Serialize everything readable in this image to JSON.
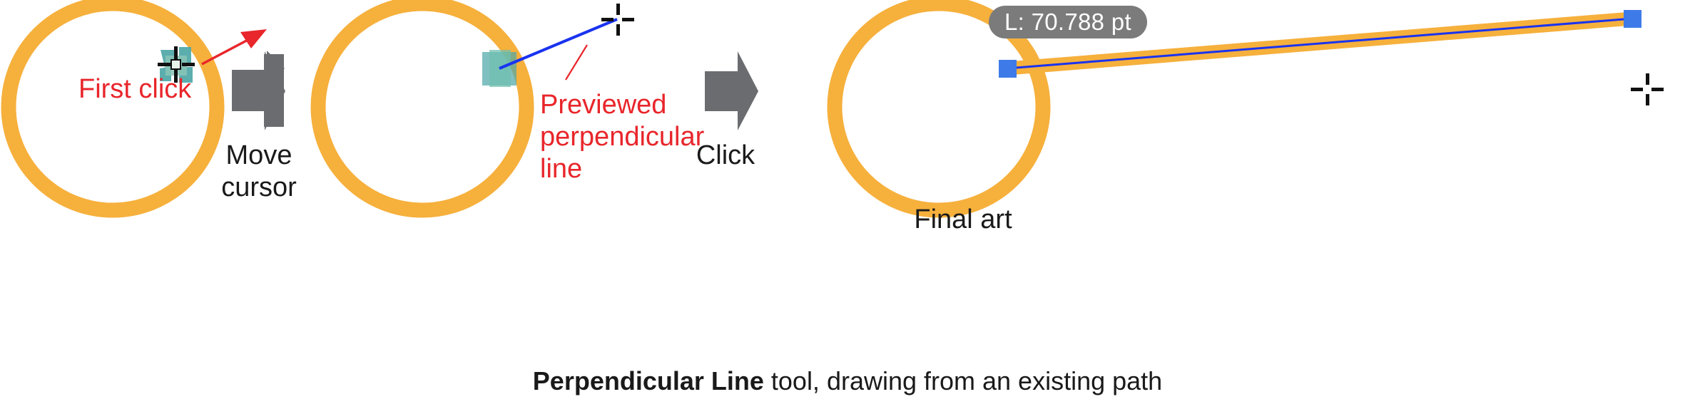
{
  "caption": {
    "bold_part": "Perpendicular Line",
    "rest_part": " tool, drawing from an existing path"
  },
  "panels": [
    {
      "id": "panel-first-click",
      "annotation": "First click",
      "circle_color": "#F6B03C",
      "cursor": "crosshair-with-snap",
      "snap_color": "#4FA8A8"
    },
    {
      "id": "panel-preview",
      "annotation": "Previewed\nperpendicular\nline",
      "circle_color": "#F6B03C",
      "preview_line_color": "#1A33F0",
      "snap_color": "#4FA8A8"
    },
    {
      "id": "panel-final",
      "annotation": "Final art",
      "circle_color": "#F6B03C",
      "path_stroke_color": "#1A33F0",
      "anchor_color": "#3E7BE8"
    }
  ],
  "steps": [
    {
      "id": "step-move-cursor",
      "label": "Move\ncursor",
      "arrow": "gray-right-arrow"
    },
    {
      "id": "step-click",
      "label": "Click",
      "arrow": "gray-right-arrow"
    }
  ],
  "measurement": {
    "label": "L: 70.788 pt",
    "value": 70.788,
    "unit": "pt",
    "prefix": "L"
  },
  "labels": {
    "first_click": "First click",
    "previewed_line": "Previewed\nperpendicular\nline",
    "final_art": "Final art",
    "move_cursor": "Move\ncursor",
    "click": "Click"
  },
  "colors": {
    "orange_stroke": "#F6B03C",
    "annotation_red": "#E8262B",
    "preview_blue": "#1A33F0",
    "anchor_blue": "#3E7BE8",
    "snap_teal": "#4FA8A8",
    "step_arrow_gray": "#6B6C70",
    "tooltip_gray": "#7B7B7B",
    "background": "#FFFFFF"
  }
}
